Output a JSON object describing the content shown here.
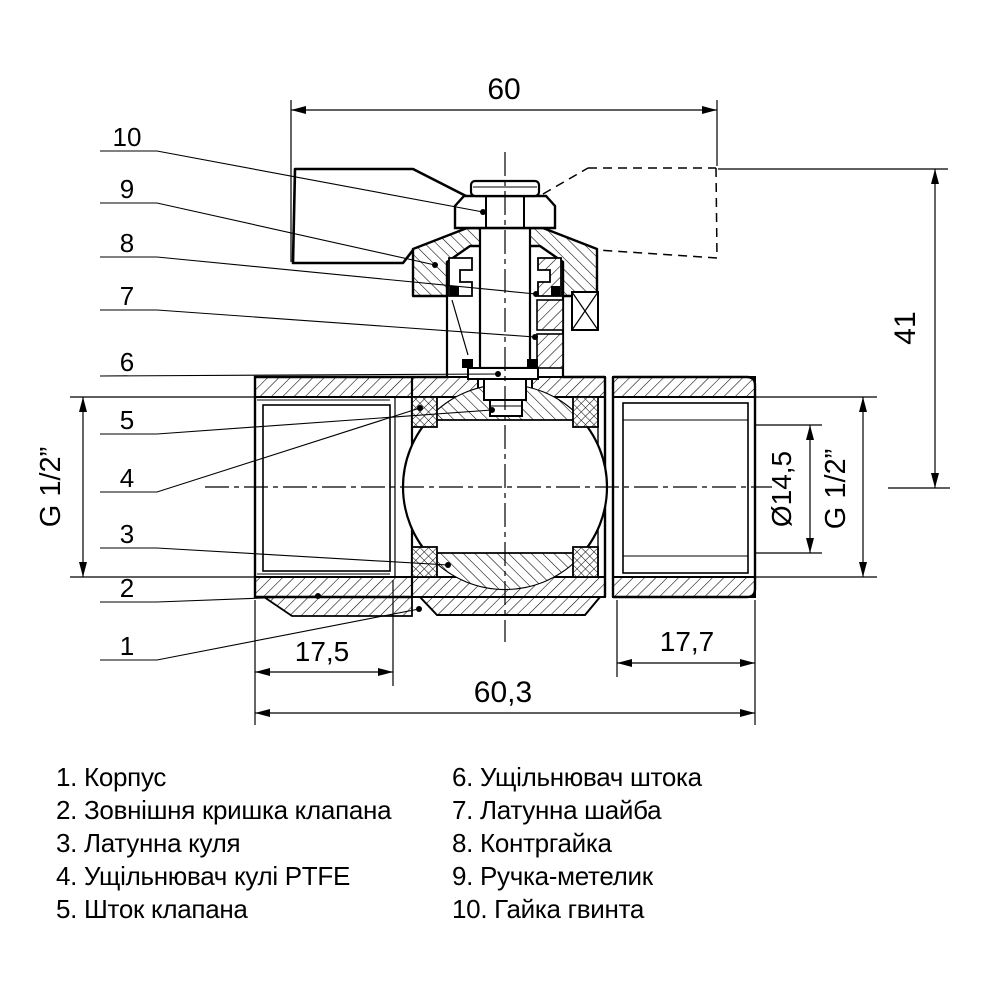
{
  "drawing": {
    "title_hint": "ball-valve-cross-section",
    "colors": {
      "line": "#000000",
      "background": "#ffffff"
    },
    "dimensions": {
      "handle_width": "60",
      "height_center_to_handle": "41",
      "thread_left": "G 1/2”",
      "bore_right": "Ø14,5",
      "thread_right": "G 1/2”",
      "left_port_length": "17,5",
      "right_port_length": "17,7",
      "total_length": "60,3"
    },
    "callouts": [
      "1",
      "2",
      "3",
      "4",
      "5",
      "6",
      "7",
      "8",
      "9",
      "10"
    ]
  },
  "parts_list": {
    "left": [
      "1. Корпус",
      "2. Зовнішня кришка клапана",
      "3. Латунна куля",
      "4. Ущільнювач кулі PTFE",
      "5. Шток клапана"
    ],
    "right": [
      "6. Ущільнювач штока",
      "7. Латунна шайба",
      "8. Контргайка",
      "9. Ручка-метелик",
      "10. Гайка гвинта"
    ]
  }
}
